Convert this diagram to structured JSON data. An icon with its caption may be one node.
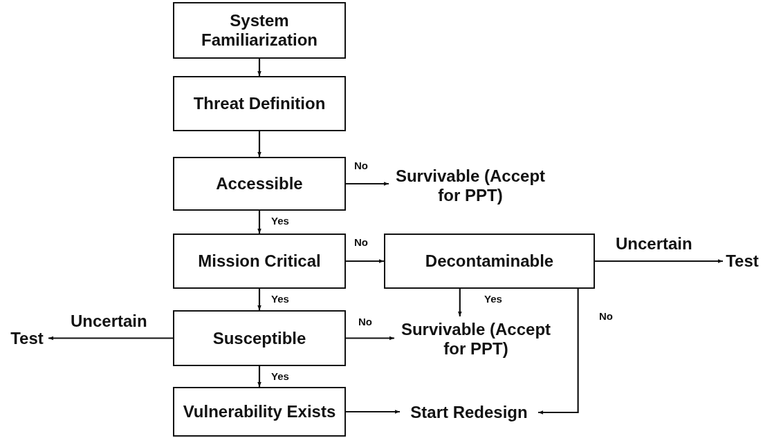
{
  "diagram": {
    "nodes": [
      {
        "text": [
          "System Familiarization"
        ]
      },
      {
        "text": [
          "Threat Definition"
        ]
      },
      {
        "text": [
          "Accessible"
        ]
      },
      {
        "text": [
          "Mission Critical"
        ]
      },
      {
        "text": [
          "Susceptible"
        ]
      },
      {
        "text": [
          "Survivable (Accept for PPT)"
        ]
      },
      {
        "text": [
          "Decontaminable"
        ]
      },
      {
        "text": [
          "Test"
        ]
      },
      {
        "text": [
          "Test"
        ]
      },
      {
        "text": [
          "Survivable (Accept for PPT)"
        ]
      },
      {
        "text": [
          "Vulnerability Exists"
        ]
      },
      {
        "text": [
          "Start Redesign"
        ]
      }
    ],
    "edges": [
      {
        "from": 0,
        "to": 1,
        "arrow": "to"
      },
      {
        "from": 1,
        "to": 2,
        "arrow": "to"
      },
      {
        "from": 2,
        "to": 5,
        "arrow": "to",
        "label": "No"
      },
      {
        "from": 2,
        "to": 3,
        "arrow": "to",
        "label": "Yes"
      },
      {
        "from": 3,
        "to": 6,
        "arrow": "to",
        "label": "No"
      },
      {
        "from": 3,
        "to": 4,
        "arrow": "to",
        "label": "Yes"
      },
      {
        "from": 6,
        "to": 7,
        "arrow": "to",
        "label": "Uncertain"
      },
      {
        "from": 6,
        "to": 9,
        "arrow": "to",
        "label": "Yes"
      },
      {
        "from": 6,
        "to": 11,
        "arrow": "to",
        "label": "No"
      },
      {
        "from": 4,
        "to": 8,
        "arrow": "to",
        "label": "Uncertain"
      },
      {
        "from": 4,
        "to": 9,
        "arrow": "to",
        "label": "No"
      },
      {
        "from": 4,
        "to": 10,
        "arrow": "to",
        "label": "Yes"
      },
      {
        "from": 10,
        "to": 11,
        "arrow": "to"
      }
    ]
  }
}
